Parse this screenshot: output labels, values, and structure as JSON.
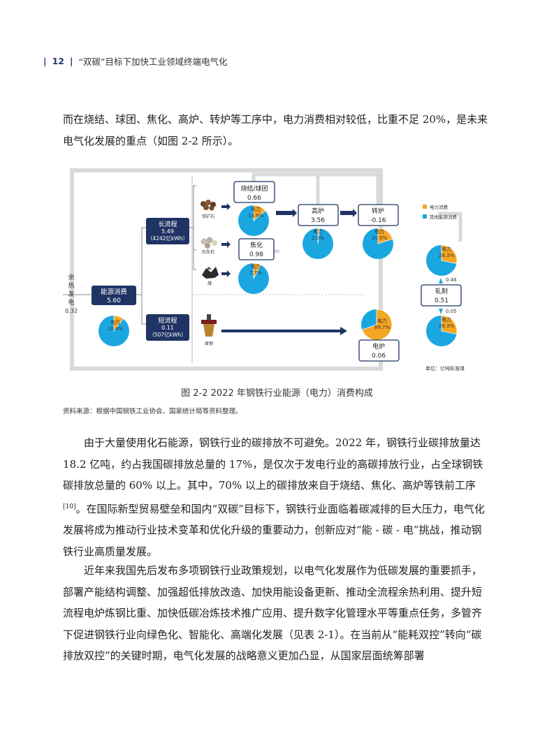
{
  "header": {
    "page_number": "12",
    "title": "“双碳”目标下加快工业领域终端电气化"
  },
  "intro_text": "而在烧结、球团、焦化、高炉、转炉等工序中，电力消费相对较低，比重不足 20%，是未来电气化发展的重点（如图 2-2 所示）。",
  "figure": {
    "waste_heat_label": "余热发电",
    "waste_heat_value": "0.32",
    "energy": {
      "label": "能源消费",
      "value": "5.60",
      "pie_label": "电力",
      "pie_pct": "10.4%",
      "pie_fraction": 0.104
    },
    "long_process": {
      "label": "长流程",
      "value": "5.49",
      "sub": "（4242亿kWh）"
    },
    "short_process": {
      "label": "短流程",
      "value": "0.11",
      "sub": "（507亿kWh）"
    },
    "materials": {
      "ore": "铁矿石",
      "limestone": "石灰石",
      "coal": "煤",
      "scrap": "废钢"
    },
    "sinter": {
      "label": "烧结/球团",
      "value": "0.66",
      "pie_label": "电力",
      "pie_pct": "13.9%",
      "pie_fraction": 0.139
    },
    "coking": {
      "label": "焦化",
      "value": "0.98",
      "pie_label": "电力",
      "pie_pct": "7.7%",
      "pie_fraction": 0.077
    },
    "blast": {
      "label": "高炉",
      "value": "3.56",
      "pie_label": "电力",
      "pie_pct": "2.0%",
      "pie_fraction": 0.02
    },
    "converter": {
      "label": "转炉",
      "value": "-0.16",
      "pie_label": "电力",
      "pie_pct": "20.0%",
      "pie_fraction": 0.2
    },
    "eaf": {
      "label": "电炉",
      "value": "0.06",
      "pie_label": "电力",
      "pie_pct": "69.7%",
      "pie_fraction": 0.697
    },
    "rolling": {
      "label": "轧制",
      "value": "0.51",
      "top_value": "0.46",
      "bottom_value": "0.05"
    },
    "rolling_pie_top": {
      "pie_label": "电力",
      "pie_pct": "28.3%",
      "pie_fraction": 0.283
    },
    "rolling_pie_bottom": {
      "pie_label": "电力",
      "pie_pct": "28.3%",
      "pie_fraction": 0.283
    },
    "legend": {
      "electric": "电力消费",
      "other": "其他能源消费"
    },
    "unit": "单位：亿吨标准煤",
    "colors": {
      "electric": "#f5a623",
      "other": "#1aa7e0",
      "frame": "#d9d9d9",
      "navy": "#1f3464"
    }
  },
  "caption": "图 2-2  2022 年钢铁行业能源（电力）消费构成",
  "source": "资料来源：根据中国钢铁工业协会、国家统计局等资料整理。",
  "para1_a": "由于大量使用化石能源，钢铁行业的碳排放不可避免。2022 年，钢铁行业碳排放量达 18.2 亿吨，约占我国碳排放总量的 17%，是仅次于发电行业的高碳排放行业，占全球钢铁碳排放总量的 60% 以上。其中，70% 以上的碳排放来自于烧结、焦化、高炉等铁前工序",
  "para1_ref": "[10]",
  "para1_b": "。在国际新型贸易壁垒和国内“双碳”目标下，钢铁行业面临着碳减排的巨大压力，电气化发展将成为推动行业技术变革和优化升级的重要动力，创新应对“能 - 碳 - 电”挑战，推动钢铁行业高质量发展。",
  "para2": "近年来我国先后发布多项钢铁行业政策规划，以电气化发展作为低碳发展的重要抓手，部署产能结构调整、加强超低排放改造、加快用能设备更新、推动全流程余热利用、提升短流程电炉炼钢比重、加快低碳冶炼技术推广应用、提升数字化管理水平等重点任务，多管齐下促进钢铁行业向绿色化、智能化、高端化发展（见表 2-1）。在当前从“能耗双控”转向“碳排放双控”的关键时期，电气化发展的战略意义更加凸显，从国家层面统筹部署"
}
